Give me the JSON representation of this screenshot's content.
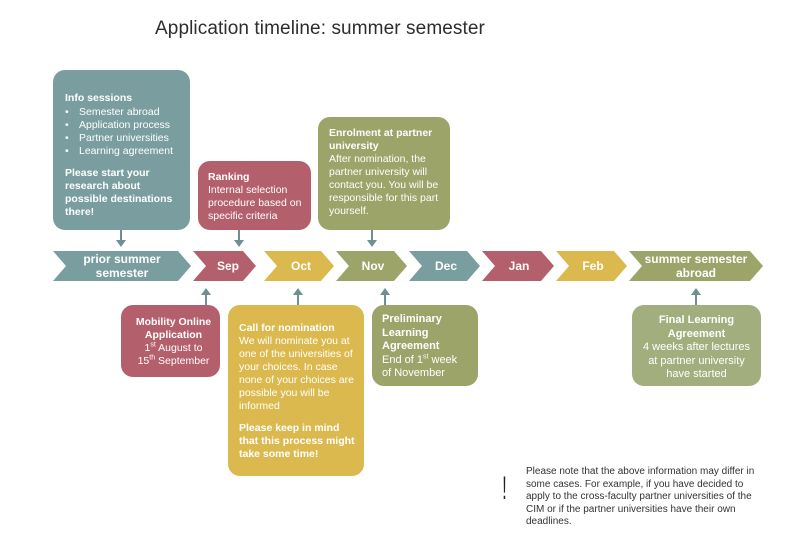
{
  "title": "Application timeline: summer semester",
  "timeline": [
    {
      "label": "prior summer semester",
      "color": "#7a9ea0"
    },
    {
      "label": "Sep",
      "color": "#b4606c"
    },
    {
      "label": "Oct",
      "color": "#dcb94e"
    },
    {
      "label": "Nov",
      "color": "#9ca46a"
    },
    {
      "label": "Dec",
      "color": "#7a9ea0"
    },
    {
      "label": "Jan",
      "color": "#b4606c"
    },
    {
      "label": "Feb",
      "color": "#dcb94e"
    },
    {
      "label": "summer semester abroad",
      "color": "#9ca46a"
    }
  ],
  "info_sessions": {
    "heading": "Info sessions",
    "items": [
      "Semester abroad",
      "Application process",
      "Partner universities",
      "Learning agreement"
    ],
    "note": "Please start your research about possible destinations there!"
  },
  "ranking": {
    "heading": "Ranking",
    "text": "Internal selection procedure based on specific criteria"
  },
  "enrolment": {
    "heading": "Enrolment at  partner university",
    "text": "After nomination, the partner university will contact you. You will be responsible for this part yourself."
  },
  "mobility": {
    "heading": "Mobility Online Application",
    "line1_num": "1",
    "line1_sup": "st",
    "line1_rest": " August to",
    "line2_num": "15",
    "line2_sup": "th",
    "line2_rest": "  September"
  },
  "nomination": {
    "heading": "Call for nomination",
    "text": "We will nominate you at one of the universities of your choices. In case none of your choices are possible you will be informed",
    "note": "Please keep in mind that this process might take some time!"
  },
  "preliminary": {
    "heading": "Preliminary Learning Agreement",
    "line_a": "End of 1",
    "line_a_sup": "st",
    "line_a_rest": " week",
    "line_b": "of November"
  },
  "final_la": {
    "heading": "Final Learning Agreement",
    "text": "4 weeks after lectures at partner university have started"
  },
  "disclaimer": {
    "mark": "!",
    "text": "Please note that the above information may differ in some cases. For example, if you have decided to apply to the cross-faculty partner universities of the CIM or if the partner universities have their own deadlines."
  },
  "colors": {
    "teal": "#7a9ea0",
    "rose": "#b4606c",
    "mustard": "#dcb94e",
    "olive": "#9ca46a",
    "sage": "#a3ae7e"
  }
}
